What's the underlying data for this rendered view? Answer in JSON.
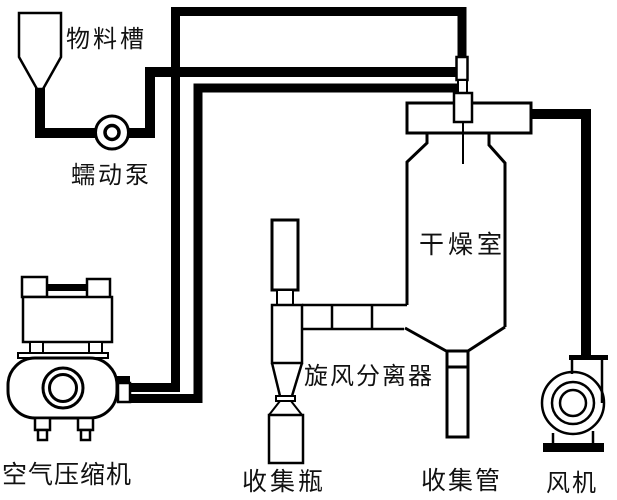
{
  "diagram": {
    "type": "spray-dryer-system-schematic",
    "colors": {
      "line": "#000000",
      "background": "#ffffff"
    },
    "labels": {
      "material_tank": "物料槽",
      "peristaltic_pump": "蠕动泵",
      "air_compressor": "空气压缩机",
      "drying_chamber": "干燥室",
      "cyclone_separator": "旋风分离器",
      "collection_bottle": "收集瓶",
      "collection_tube": "收集管",
      "fan": "风机"
    }
  }
}
